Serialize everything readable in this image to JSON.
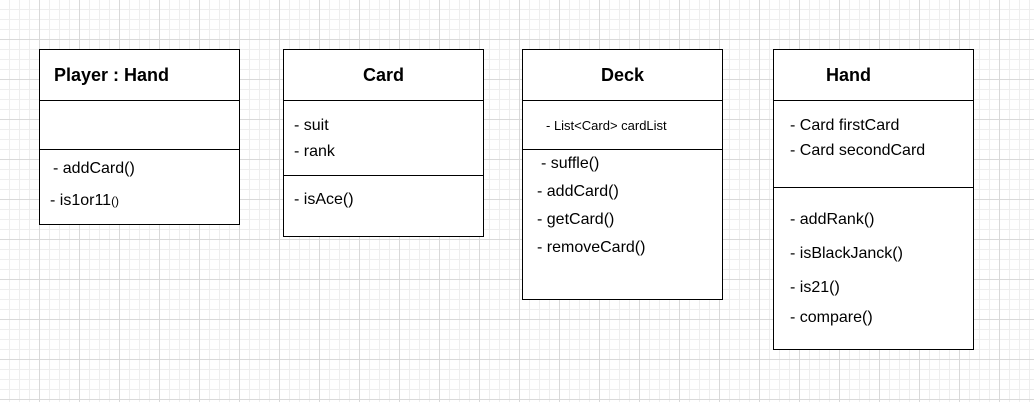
{
  "diagram": {
    "classes": [
      {
        "id": "player-hand",
        "title": "Player : Hand",
        "attributes": [],
        "methods": [
          {
            "text": "- addCard()"
          },
          {
            "text": "- is1or11",
            "suffix": "()"
          }
        ]
      },
      {
        "id": "card",
        "title": "Card",
        "attributes": [
          "- suit",
          "- rank"
        ],
        "methods": [
          "- isAce()"
        ]
      },
      {
        "id": "deck",
        "title": "Deck",
        "attributes": [
          "- List<Card> cardList"
        ],
        "methods": [
          "- suffle()",
          "- addCard()",
          "- getCard()",
          "- removeCard()"
        ]
      },
      {
        "id": "hand",
        "title": "Hand",
        "attributes": [
          "-  Card firstCard",
          "-  Card secondCard"
        ],
        "methods": [
          "- addRank()",
          "- isBlackJanck()",
          "- is21()",
          "- compare()"
        ]
      }
    ]
  }
}
